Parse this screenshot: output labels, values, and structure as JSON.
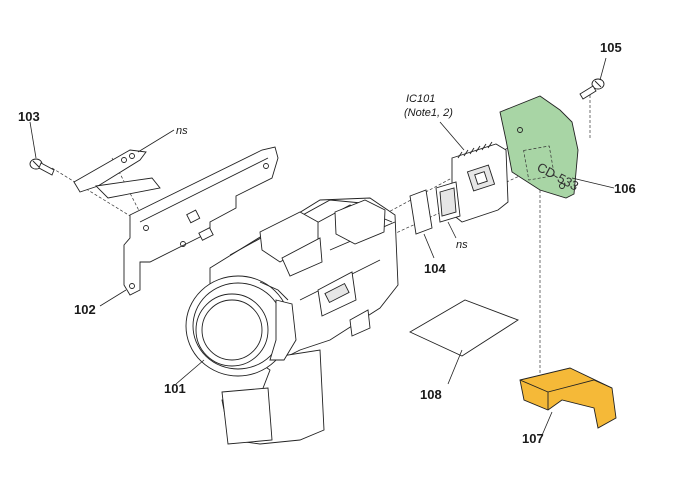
{
  "labels": {
    "p101": "101",
    "p102": "102",
    "p103": "103",
    "p104": "104",
    "p105": "105",
    "p106": "106",
    "p107": "107",
    "p108": "108",
    "ns_bracket": "ns",
    "ns_chip": "ns",
    "ic_ref": "IC101",
    "ic_note": "(Note1, 2)",
    "board_text": "CD-533"
  },
  "colors": {
    "board": "#a8d5a5",
    "flex": "#f5b938"
  }
}
